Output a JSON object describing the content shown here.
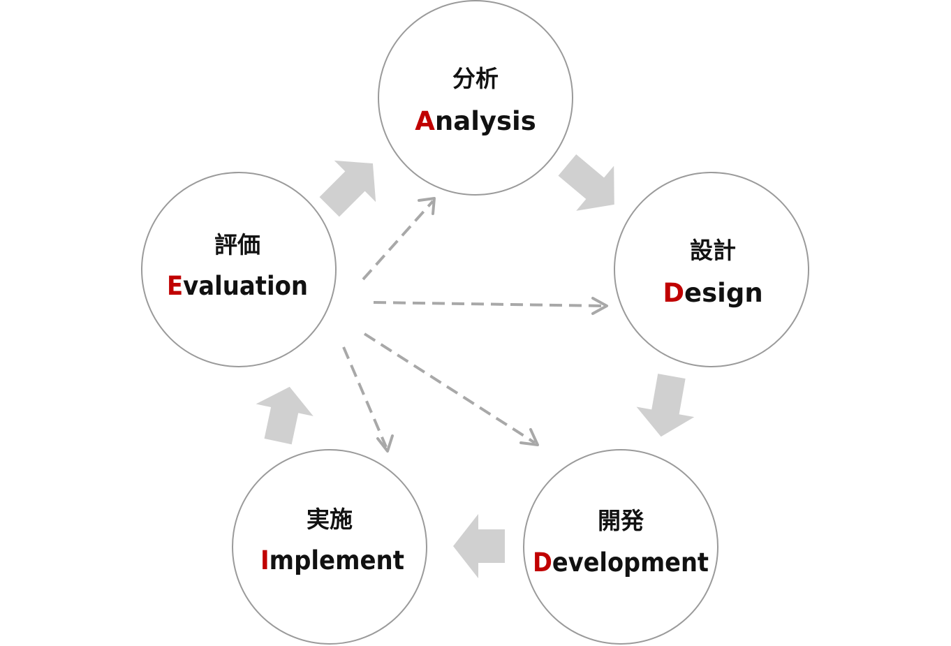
{
  "diagram": {
    "nodes": [
      {
        "id": "analysis",
        "jp": "分析",
        "initial": "A",
        "rest": "nalysis"
      },
      {
        "id": "design",
        "jp": "設計",
        "initial": "D",
        "rest": "esign"
      },
      {
        "id": "development",
        "jp": "開発",
        "initial": "D",
        "rest": "evelopment"
      },
      {
        "id": "implement",
        "jp": "実施",
        "initial": "I",
        "rest": "mplement"
      },
      {
        "id": "evaluation",
        "jp": "評価",
        "initial": "E",
        "rest": "valuation"
      }
    ],
    "cycle": [
      "analysis",
      "design",
      "development",
      "implement",
      "evaluation",
      "analysis"
    ],
    "feedback_from": "evaluation",
    "feedback_to": [
      "analysis",
      "design",
      "development",
      "implement"
    ],
    "colors": {
      "initial_letter": "#c00000",
      "text": "#111111",
      "circle_border": "#9a9a9a",
      "cycle_arrow": "#d0d0d0",
      "feedback_arrow": "#a8a8a8"
    }
  }
}
